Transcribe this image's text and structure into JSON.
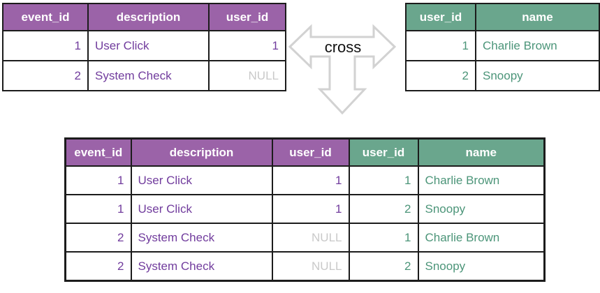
{
  "operator": {
    "label": "cross"
  },
  "colors": {
    "purple_header": "#9b63a8",
    "purple_text": "#713c9d",
    "green_header": "#6aa68d",
    "green_text": "#4c9579",
    "null_text": "#c9c9c9",
    "arrow_outline": "#d2d2d2",
    "table_border": "#1c1c1c",
    "header_text": "#ffffff"
  },
  "events_table": {
    "headers": [
      "event_id",
      "description",
      "user_id"
    ],
    "rows": [
      [
        "1",
        "User Click",
        "1"
      ],
      [
        "2",
        "System Check",
        "NULL"
      ]
    ]
  },
  "users_table": {
    "headers": [
      "user_id",
      "name"
    ],
    "rows": [
      [
        "1",
        "Charlie Brown"
      ],
      [
        "2",
        "Snoopy"
      ]
    ]
  },
  "result_table": {
    "headers": [
      "event_id",
      "description",
      "user_id",
      "user_id",
      "name"
    ],
    "rows": [
      [
        "1",
        "User Click",
        "1",
        "1",
        "Charlie Brown"
      ],
      [
        "1",
        "User Click",
        "1",
        "2",
        "Snoopy"
      ],
      [
        "2",
        "System Check",
        "NULL",
        "1",
        "Charlie Brown"
      ],
      [
        "2",
        "System Check",
        "NULL",
        "2",
        "Snoopy"
      ]
    ]
  }
}
